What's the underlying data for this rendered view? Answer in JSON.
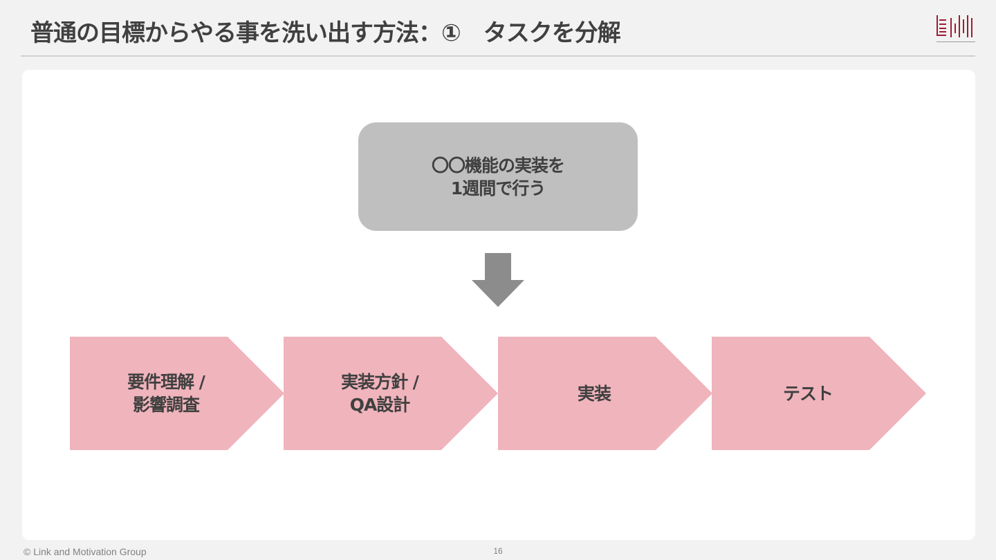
{
  "slide": {
    "title": "普通の目標からやる事を洗い出す方法：①　タスクを分解",
    "page_number": "16",
    "copyright": "© Link and Motivation Group"
  },
  "logo": {
    "name": "lmg-logo-icon"
  },
  "goal": {
    "line1": "〇〇機能の実装を",
    "line2": "1週間で行う"
  },
  "steps": [
    {
      "line1": "要件理解 /",
      "line2": "影響調査"
    },
    {
      "line1": "実装方針 /",
      "line2": "QA設計"
    },
    {
      "line1": "実装",
      "line2": ""
    },
    {
      "line1": "テスト",
      "line2": ""
    }
  ],
  "colors": {
    "goal_box": "#bfbfbf",
    "arrow": "#8c8c8c",
    "step_chevron": "#f0b4bc",
    "logo_red": "#9e1b32",
    "text": "#404040"
  }
}
